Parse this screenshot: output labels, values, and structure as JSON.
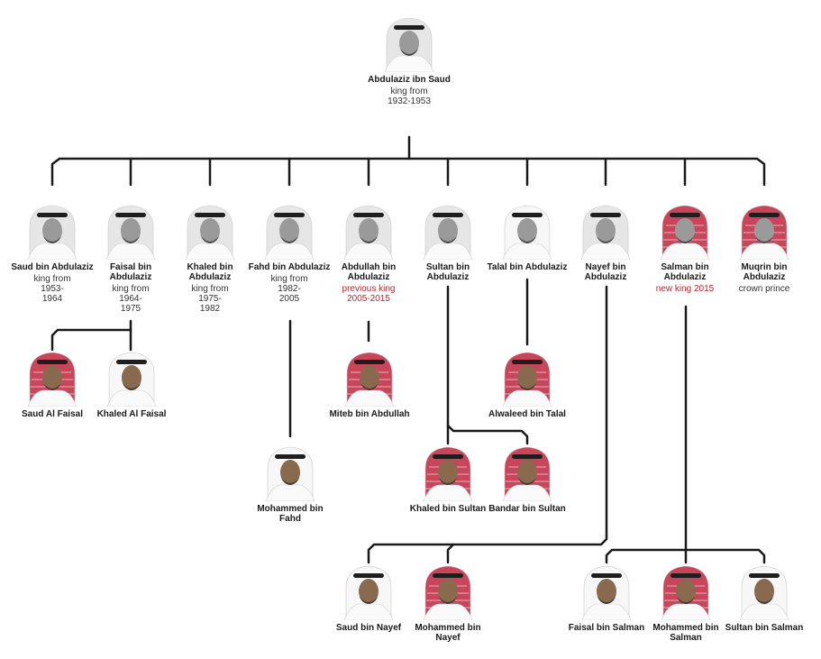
{
  "root": {
    "name": "Abdulaziz ibn Saud",
    "note": "king from\n1932-1953",
    "headdress": "gray"
  },
  "sons": [
    {
      "name": "Saud bin Abdulaziz",
      "note": "king from\n1953-\n1964",
      "headdress": "gray"
    },
    {
      "name": "Faisal bin\nAbdulaziz",
      "note": "king from\n1964-\n1975",
      "headdress": "gray"
    },
    {
      "name": "Khaled bin\nAbdulaziz",
      "note": "king from\n1975-\n1982",
      "headdress": "gray"
    },
    {
      "name": "Fahd bin Abdulaziz",
      "note": "king from\n1982-\n2005",
      "headdress": "gray"
    },
    {
      "name": "Abdullah bin\nAbdulaziz",
      "note": "previous king\n2005-2015",
      "note_color": "red",
      "headdress": "gray"
    },
    {
      "name": "Sultan bin\nAbdulaziz",
      "note": "",
      "headdress": "gray"
    },
    {
      "name": "Talal bin Abdulaziz",
      "note": "",
      "headdress": "white"
    },
    {
      "name": "Nayef bin\nAbdulaziz",
      "note": "",
      "headdress": "gray"
    },
    {
      "name": "Salman bin\nAbdulaziz",
      "note": "new king 2015",
      "note_color": "red",
      "headdress": "red"
    },
    {
      "name": "Muqrin bin\nAbdulaziz",
      "note": "crown prince",
      "headdress": "red"
    }
  ],
  "grandsons": [
    {
      "name": "Saud Al Faisal",
      "parent": "Faisal bin\nAbdulaziz",
      "headdress": "red"
    },
    {
      "name": "Khaled Al Faisal",
      "parent": "Faisal bin\nAbdulaziz",
      "headdress": "white"
    },
    {
      "name": "Miteb bin Abdullah",
      "parent": "Abdullah bin\nAbdulaziz",
      "headdress": "red"
    },
    {
      "name": "Alwaleed bin Talal",
      "parent": "Talal bin Abdulaziz",
      "headdress": "red"
    },
    {
      "name": "Mohammed bin\nFahd",
      "parent": "Fahd bin Abdulaziz",
      "headdress": "white"
    },
    {
      "name": "Khaled bin Sultan",
      "parent": "Sultan bin\nAbdulaziz",
      "headdress": "red"
    },
    {
      "name": "Bandar bin Sultan",
      "parent": "Sultan bin\nAbdulaziz",
      "headdress": "red"
    },
    {
      "name": "Saud bin Nayef",
      "parent": "Nayef bin\nAbdulaziz",
      "headdress": "white"
    },
    {
      "name": "Mohammed bin\nNayef",
      "parent": "Nayef bin\nAbdulaziz",
      "headdress": "red"
    },
    {
      "name": "Faisal bin Salman",
      "parent": "Salman bin\nAbdulaziz",
      "headdress": "white"
    },
    {
      "name": "Mohammed bin\nSalman",
      "parent": "Salman bin\nAbdulaziz",
      "headdress": "red"
    },
    {
      "name": "Sultan bin Salman",
      "parent": "Salman bin\nAbdulaziz",
      "headdress": "white"
    }
  ],
  "colors": {
    "line": "#1a1a1a",
    "red_note": "#b5262d",
    "gray_cloth": "#e6e6e6",
    "red_cloth": "#c8455a",
    "white_cloth": "#f7f7f7",
    "skin": "#8a6a4e",
    "skin_gray": "#9a9a9a",
    "agal": "#1e1e1e"
  },
  "icons": {
    "portrait": "person-portrait-icon"
  }
}
